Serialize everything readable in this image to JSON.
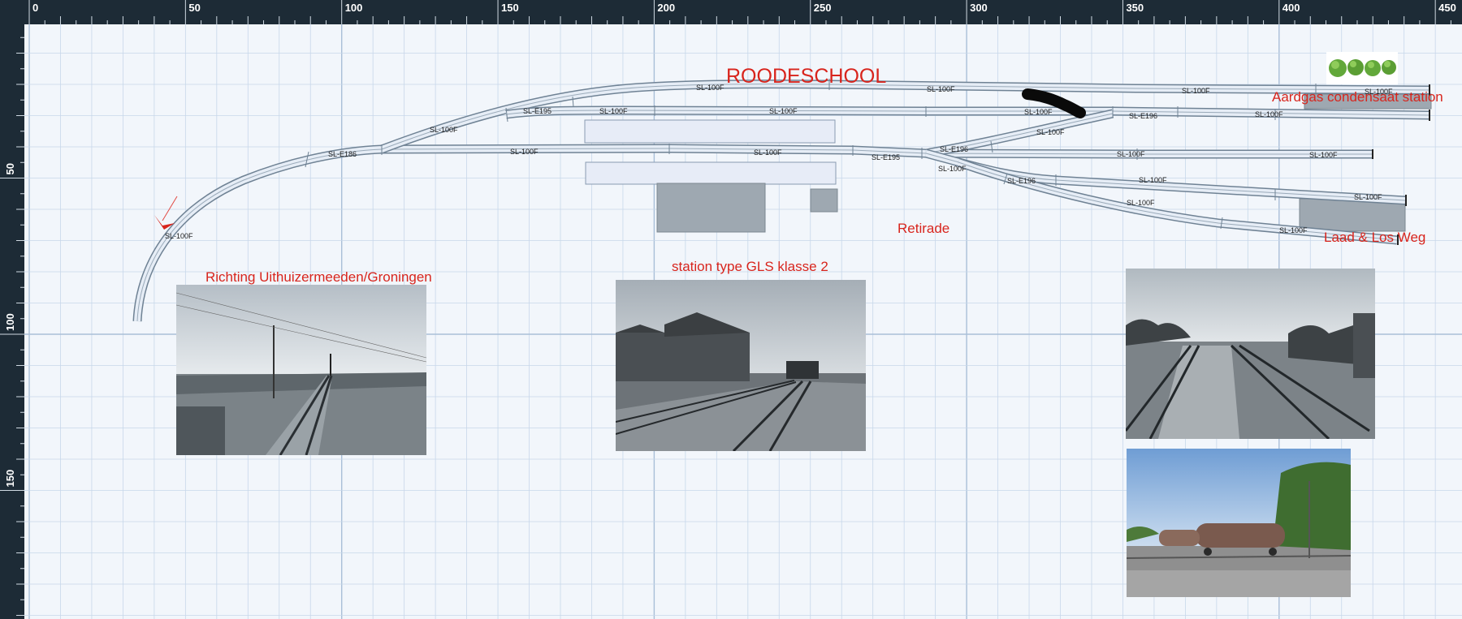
{
  "ruler": {
    "x_ticks": [
      "0",
      "50",
      "100",
      "150",
      "200",
      "250",
      "300",
      "350",
      "400",
      "450"
    ],
    "y_ticks": [
      "50",
      "100",
      "150"
    ]
  },
  "labels": {
    "title": "ROODESCHOOL",
    "aardgas": "Aardgas condensaat station",
    "retirade": "Retirade",
    "station": "station type GLS klasse 2",
    "richting": "Richting Uithuizermeeden/Groningen",
    "laad_los": "Laad & Los Weg"
  },
  "track_codes": {
    "sl100f": "SL-100F",
    "sle186": "SL-E186",
    "sle195": "SL-E195",
    "sle196": "SL-E196"
  },
  "colors": {
    "label_red": "#d8251d",
    "ruler_bg": "#1d2b36",
    "grid_line": "#c7d7ea",
    "canvas_bg": "#f2f6fb",
    "track_fill": "#e6edf6",
    "track_edge": "#6f8294",
    "building_fill": "#9ea8b1",
    "platform_fill": "#e7ecf7"
  },
  "icons": [
    "tree-icon",
    "direction-arrow-icon"
  ]
}
